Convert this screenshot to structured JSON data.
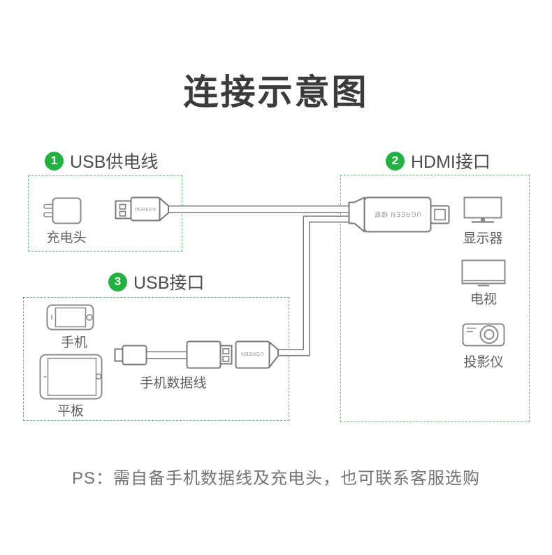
{
  "page": {
    "title": "连接示意图",
    "ps_note": "PS：需自备手机数据线及充电头，也可联系客服选购"
  },
  "sections": [
    {
      "num": "1",
      "label": "USB供电线"
    },
    {
      "num": "2",
      "label": "HDMI接口"
    },
    {
      "num": "3",
      "label": "USB接口"
    }
  ],
  "devices": {
    "charger": "充电头",
    "phone": "手机",
    "tablet": "平板",
    "data_cable": "手机数据线",
    "monitor": "显示器",
    "tv": "电视",
    "projector": "投影仪"
  },
  "brand": {
    "usb_plug": "UGREEN",
    "hdmi_body": "UGREEN 绿联",
    "usb_female": "UGREEN"
  },
  "colors": {
    "badge_green": "#22b240",
    "box_dash_green": "#58c472",
    "title_gray": "#3b3b3b",
    "label_gray": "#4b4b4b",
    "line_gray": "#7a7a7a",
    "note_gray": "#747474"
  }
}
